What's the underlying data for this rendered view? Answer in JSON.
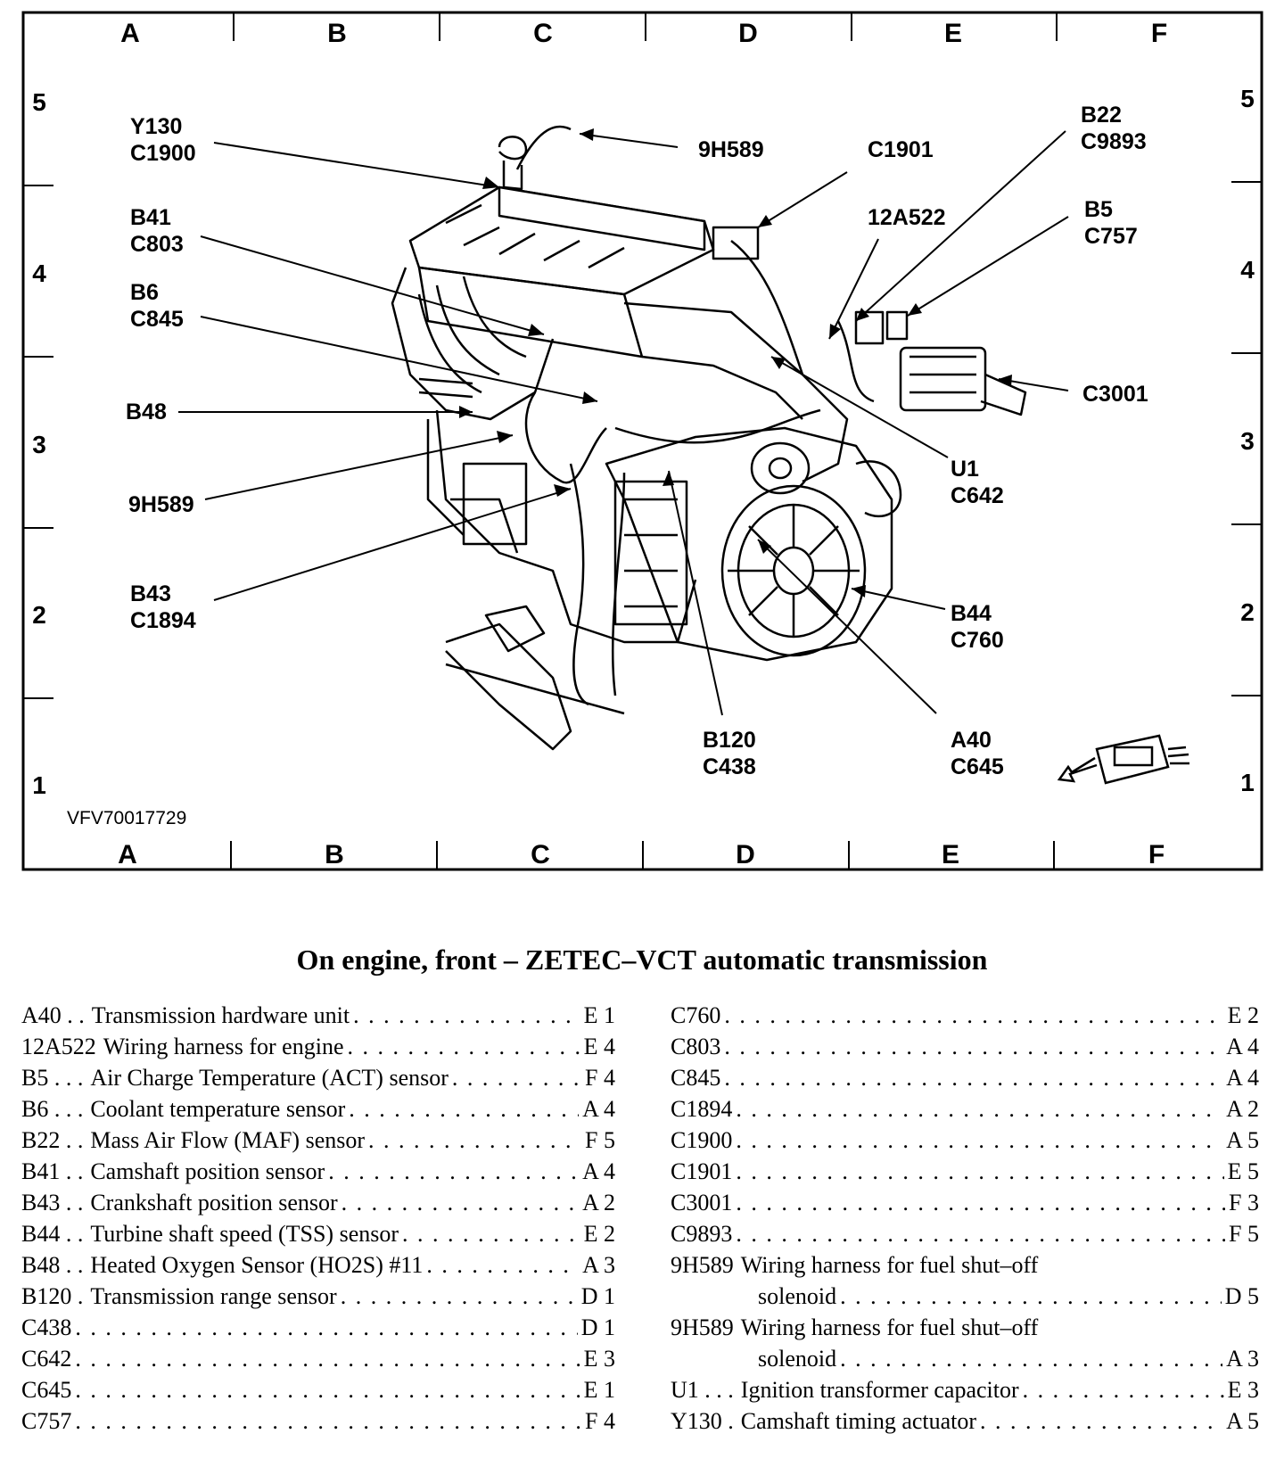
{
  "grid": {
    "columns": [
      "A",
      "B",
      "C",
      "D",
      "E",
      "F"
    ],
    "rows": [
      "5",
      "4",
      "3",
      "2",
      "1"
    ]
  },
  "figure_id": "VFV70017729",
  "callouts": {
    "y130": [
      "Y130",
      "C1900"
    ],
    "h589_top": [
      "9H589"
    ],
    "c1901": [
      "C1901"
    ],
    "b22": [
      "B22",
      "C9893"
    ],
    "b41": [
      "B41",
      "C803"
    ],
    "a12a522": [
      "12A522"
    ],
    "b5": [
      "B5",
      "C757"
    ],
    "b6": [
      "B6",
      "C845"
    ],
    "c3001": [
      "C3001"
    ],
    "b48": [
      "B48"
    ],
    "u1": [
      "U1",
      "C642"
    ],
    "h589_left": [
      "9H589"
    ],
    "b43": [
      "B43",
      "C1894"
    ],
    "b44": [
      "B44",
      "C760"
    ],
    "b120": [
      "B120",
      "C438"
    ],
    "a40": [
      "A40",
      "C645"
    ]
  },
  "caption": "On engine, front – ZETEC–VCT automatic transmission",
  "legend_left": [
    {
      "code": "A40 . .",
      "desc": "Transmission hardware unit",
      "loc": "E 1"
    },
    {
      "code": "12A522",
      "desc": "Wiring harness for engine",
      "loc": "E 4"
    },
    {
      "code": "B5 . . .",
      "desc": "Air Charge Temperature (ACT) sensor",
      "loc": "F 4"
    },
    {
      "code": "B6 . . .",
      "desc": "Coolant temperature sensor",
      "loc": "A 4"
    },
    {
      "code": "B22 . .",
      "desc": "Mass Air Flow (MAF) sensor",
      "loc": "F 5"
    },
    {
      "code": "B41 . .",
      "desc": "Camshaft position sensor",
      "loc": "A 4"
    },
    {
      "code": "B43 . .",
      "desc": "Crankshaft position sensor",
      "loc": "A 2"
    },
    {
      "code": "B44 . .",
      "desc": "Turbine shaft speed (TSS) sensor",
      "loc": "E 2"
    },
    {
      "code": "B48 . .",
      "desc": "Heated Oxygen Sensor (HO2S) #11",
      "loc": "A 3"
    },
    {
      "code": "B120 .",
      "desc": "Transmission range sensor",
      "loc": "D 1"
    },
    {
      "code": "C438",
      "desc": "",
      "loc": "D 1"
    },
    {
      "code": "C642",
      "desc": "",
      "loc": "E 3"
    },
    {
      "code": "C645",
      "desc": "",
      "loc": "E 1"
    },
    {
      "code": "C757",
      "desc": "",
      "loc": "F 4"
    }
  ],
  "legend_right": [
    {
      "code": "C760",
      "desc": "",
      "loc": "E 2"
    },
    {
      "code": "C803",
      "desc": "",
      "loc": "A 4"
    },
    {
      "code": "C845",
      "desc": "",
      "loc": "A 4"
    },
    {
      "code": "C1894",
      "desc": "",
      "loc": "A 2"
    },
    {
      "code": "C1900",
      "desc": "",
      "loc": "A 5"
    },
    {
      "code": "C1901",
      "desc": "",
      "loc": "E 5"
    },
    {
      "code": "C3001",
      "desc": "",
      "loc": "F 3"
    },
    {
      "code": "C9893",
      "desc": "",
      "loc": "F 5"
    },
    {
      "code": "9H589",
      "desc": "Wiring harness for fuel shut–off",
      "loc": "",
      "cont": "solenoid",
      "cont_loc": "D 5"
    },
    {
      "code": "9H589",
      "desc": "Wiring harness for fuel shut–off",
      "loc": "",
      "cont": "solenoid",
      "cont_loc": "A 3"
    },
    {
      "code": "U1 . . .",
      "desc": "Ignition transformer capacitor",
      "loc": "E 3"
    },
    {
      "code": "Y130 .",
      "desc": "Camshaft timing actuator",
      "loc": "A 5"
    }
  ]
}
